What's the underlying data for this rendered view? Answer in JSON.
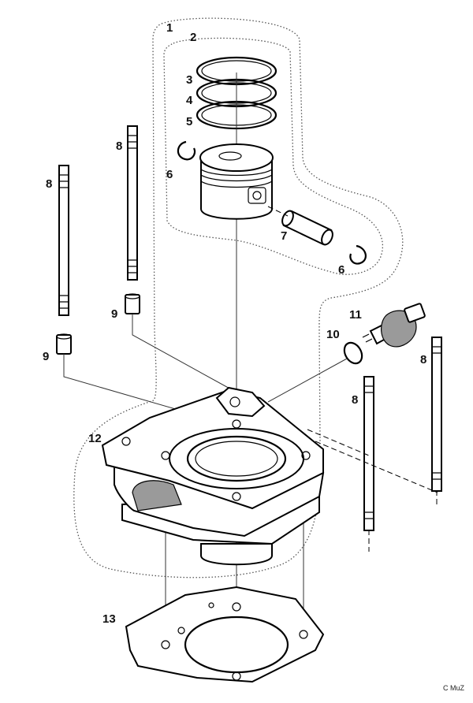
{
  "diagram": {
    "callouts": {
      "c1": "1",
      "c2": "2",
      "c3": "3",
      "c4": "4",
      "c5": "5",
      "c6a": "6",
      "c6b": "6",
      "c7": "7",
      "c8a": "8",
      "c8b": "8",
      "c8c": "8",
      "c8d": "8",
      "c9a": "9",
      "c9b": "9",
      "c10": "10",
      "c11": "11",
      "c12": "12",
      "c13": "13"
    },
    "copyright": "C MuZ"
  },
  "colors": {
    "ink": "#000000",
    "paper": "#ffffff",
    "shade": "#9a9a9a"
  }
}
